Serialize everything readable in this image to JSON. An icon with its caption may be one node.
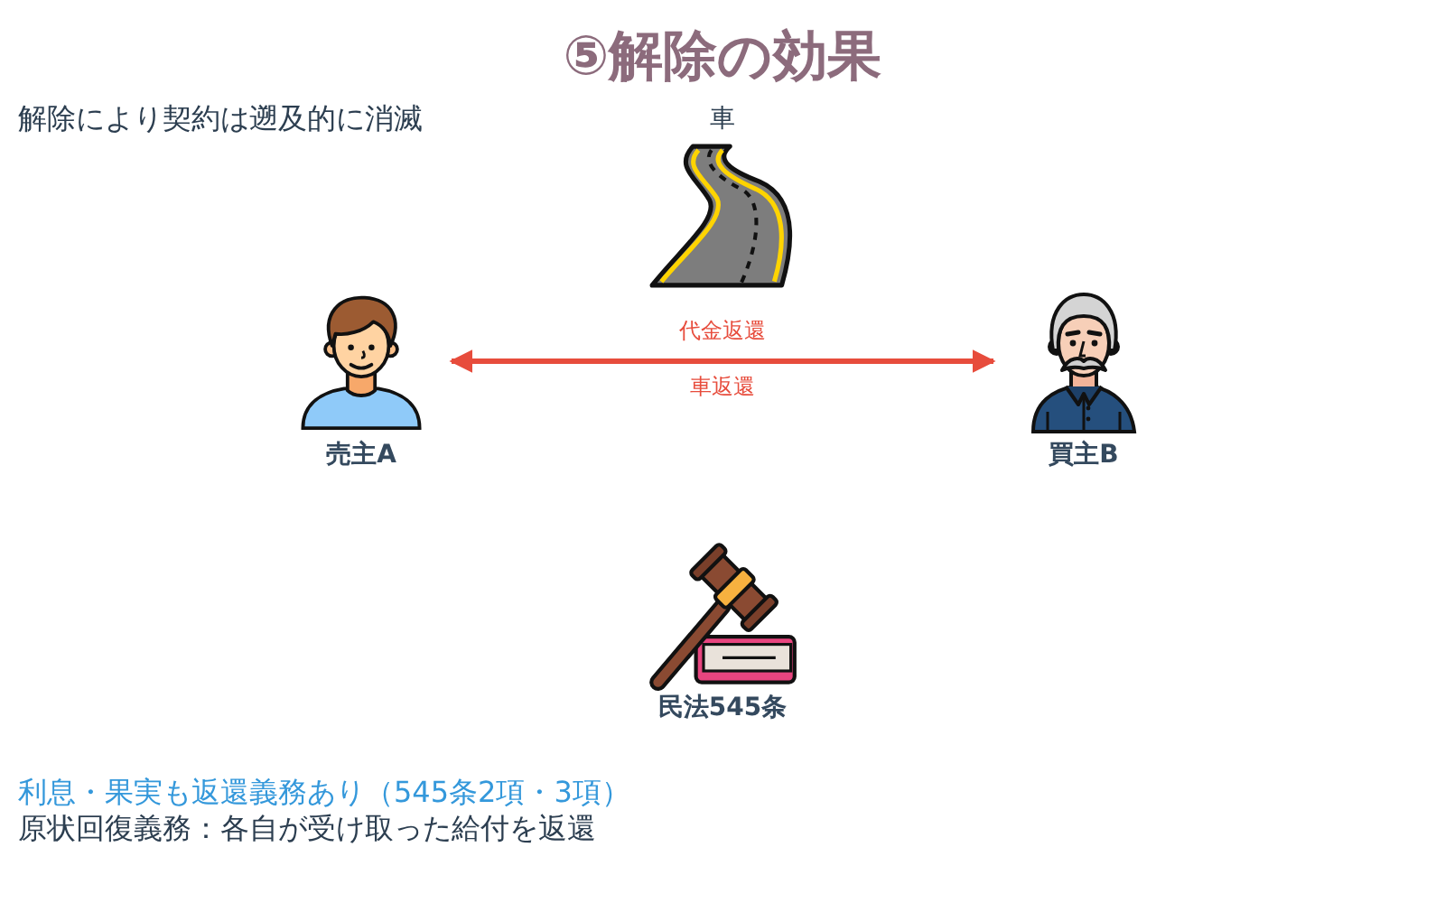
{
  "diagram": {
    "title": "⑤解除の効果",
    "nodes": [
      {
        "text": [
          "車"
        ]
      },
      {
        "text": [
          "売主A"
        ]
      },
      {
        "text": [
          "買主B"
        ]
      },
      {
        "text": [
          "民法545条"
        ]
      }
    ],
    "edges": [
      {
        "from": 1,
        "to": 2,
        "arrow": "both",
        "label": "代金返還"
      }
    ],
    "labels": [
      "解除により契約は遡及的に消滅",
      "車返還",
      "利息・果実も返還義務あり（545条2項・3項）",
      "原状回復義務：各自が受け取った給付を返還"
    ]
  }
}
